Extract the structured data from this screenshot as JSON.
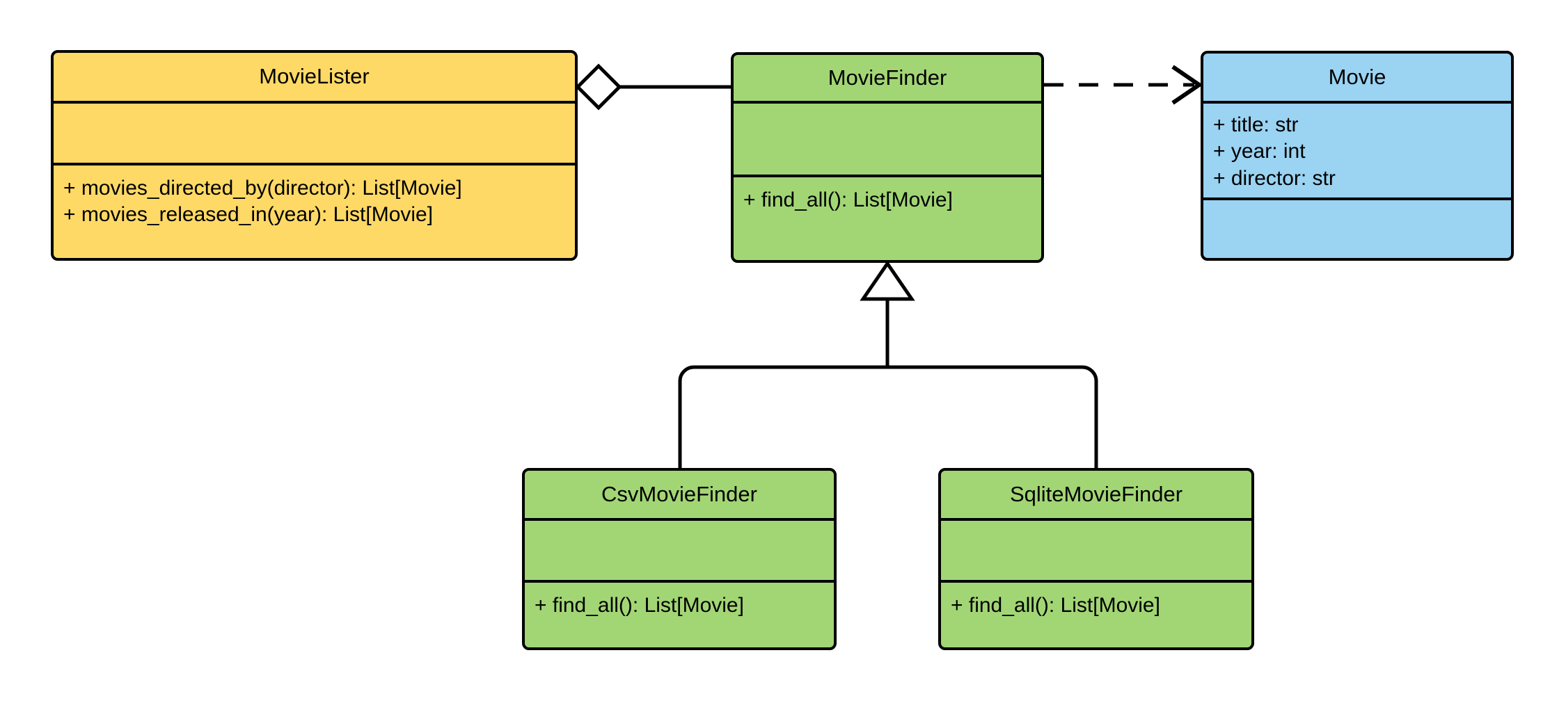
{
  "diagram": {
    "type": "uml-class-diagram",
    "title": "",
    "background_color": "#ffffff",
    "line_color": "#000000",
    "colors": {
      "client_class": "#ffd966",
      "finder_class": "#a2d675",
      "entity_class": "#9bd3f2"
    },
    "classes": [
      {
        "id": "movielister",
        "name": "MovieLister",
        "fill": "#ffd966",
        "attributes": [],
        "operations": [
          "+ movies_directed_by(director): List[Movie]",
          "+ movies_released_in(year): List[Movie]"
        ]
      },
      {
        "id": "moviefinder",
        "name": "MovieFinder",
        "fill": "#a2d675",
        "attributes": [],
        "operations": [
          "+ find_all(): List[Movie]"
        ]
      },
      {
        "id": "movie",
        "name": "Movie",
        "fill": "#9bd3f2",
        "attributes": [
          "+ title: str",
          "+ year: int",
          "+ director: str"
        ],
        "operations": []
      },
      {
        "id": "csvmoviefinder",
        "name": "CsvMovieFinder",
        "fill": "#a2d675",
        "attributes": [],
        "operations": [
          "+ find_all(): List[Movie]"
        ]
      },
      {
        "id": "sqlitemoviefinder",
        "name": "SqliteMovieFinder",
        "fill": "#a2d675",
        "attributes": [],
        "operations": [
          "+ find_all(): List[Movie]"
        ]
      }
    ],
    "relationships": [
      {
        "id": "rel-aggregation",
        "kind": "aggregation",
        "source": "MovieLister",
        "target": "MovieFinder",
        "style": "solid",
        "source_marker": "hollow-diamond",
        "target_marker": "none",
        "label": ""
      },
      {
        "id": "rel-dependency",
        "kind": "dependency",
        "source": "MovieFinder",
        "target": "Movie",
        "style": "dashed",
        "source_marker": "none",
        "target_marker": "open-arrow",
        "label": ""
      },
      {
        "id": "rel-generalization-csv",
        "kind": "generalization",
        "source": "CsvMovieFinder",
        "target": "MovieFinder",
        "style": "solid",
        "source_marker": "none",
        "target_marker": "hollow-triangle",
        "label": ""
      },
      {
        "id": "rel-generalization-sqlite",
        "kind": "generalization",
        "source": "SqliteMovieFinder",
        "target": "MovieFinder",
        "style": "solid",
        "source_marker": "none",
        "target_marker": "hollow-triangle",
        "label": ""
      }
    ]
  }
}
